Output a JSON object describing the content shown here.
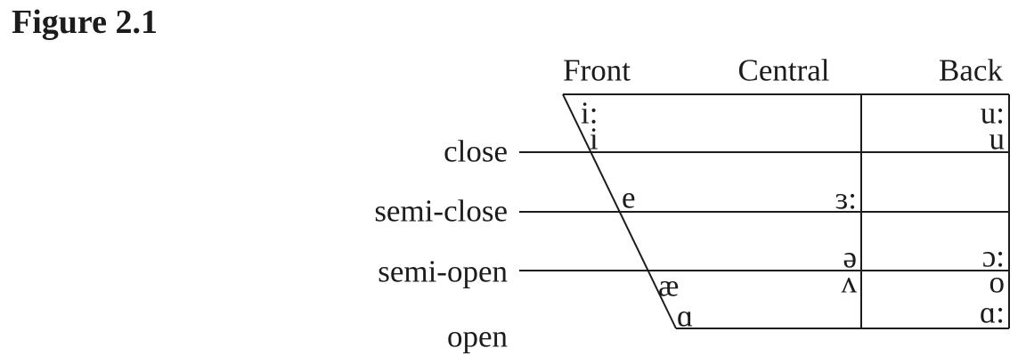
{
  "figure_title": "Figure 2.1",
  "columns": {
    "front": "Front",
    "central": "Central",
    "back": "Back"
  },
  "rows": {
    "close": "close",
    "semi_close": "semi-close",
    "semi_open": "semi-open",
    "open": "open"
  },
  "vowels": {
    "front": {
      "i_long": "i:",
      "i_short": "i",
      "e": "e",
      "ae": "æ",
      "script_a": "ɑ"
    },
    "central": {
      "er_long": "ɜ:",
      "schwa": "ə",
      "turned_v": "ʌ"
    },
    "back": {
      "u_long": "u:",
      "u_short": "u",
      "open_o_long": "ɔ:",
      "o": "o",
      "script_a_long": "ɑ:"
    }
  },
  "colors": {
    "ink": "#1c1c1c",
    "background": "#ffffff"
  },
  "chart_data": {
    "type": "table",
    "title": "Figure 2.1",
    "columns": [
      "Front",
      "Central",
      "Back"
    ],
    "rows": [
      "close",
      "semi-close",
      "semi-open",
      "open"
    ],
    "placements": [
      {
        "symbol": "i:",
        "column": "Front",
        "row": "close"
      },
      {
        "symbol": "i",
        "column": "Front",
        "row": "close"
      },
      {
        "symbol": "e",
        "column": "Front",
        "row": "semi-close"
      },
      {
        "symbol": "æ",
        "column": "Front",
        "row": "semi-open"
      },
      {
        "symbol": "ɑ",
        "column": "Front",
        "row": "open"
      },
      {
        "symbol": "ɜ:",
        "column": "Central",
        "row": "semi-close"
      },
      {
        "symbol": "ə",
        "column": "Central",
        "row": "semi-open"
      },
      {
        "symbol": "ʌ",
        "column": "Central",
        "row": "semi-open"
      },
      {
        "symbol": "u:",
        "column": "Back",
        "row": "close"
      },
      {
        "symbol": "u",
        "column": "Back",
        "row": "close"
      },
      {
        "symbol": "ɔ:",
        "column": "Back",
        "row": "semi-open"
      },
      {
        "symbol": "o",
        "column": "Back",
        "row": "semi-open"
      },
      {
        "symbol": "ɑ:",
        "column": "Back",
        "row": "open"
      }
    ]
  }
}
